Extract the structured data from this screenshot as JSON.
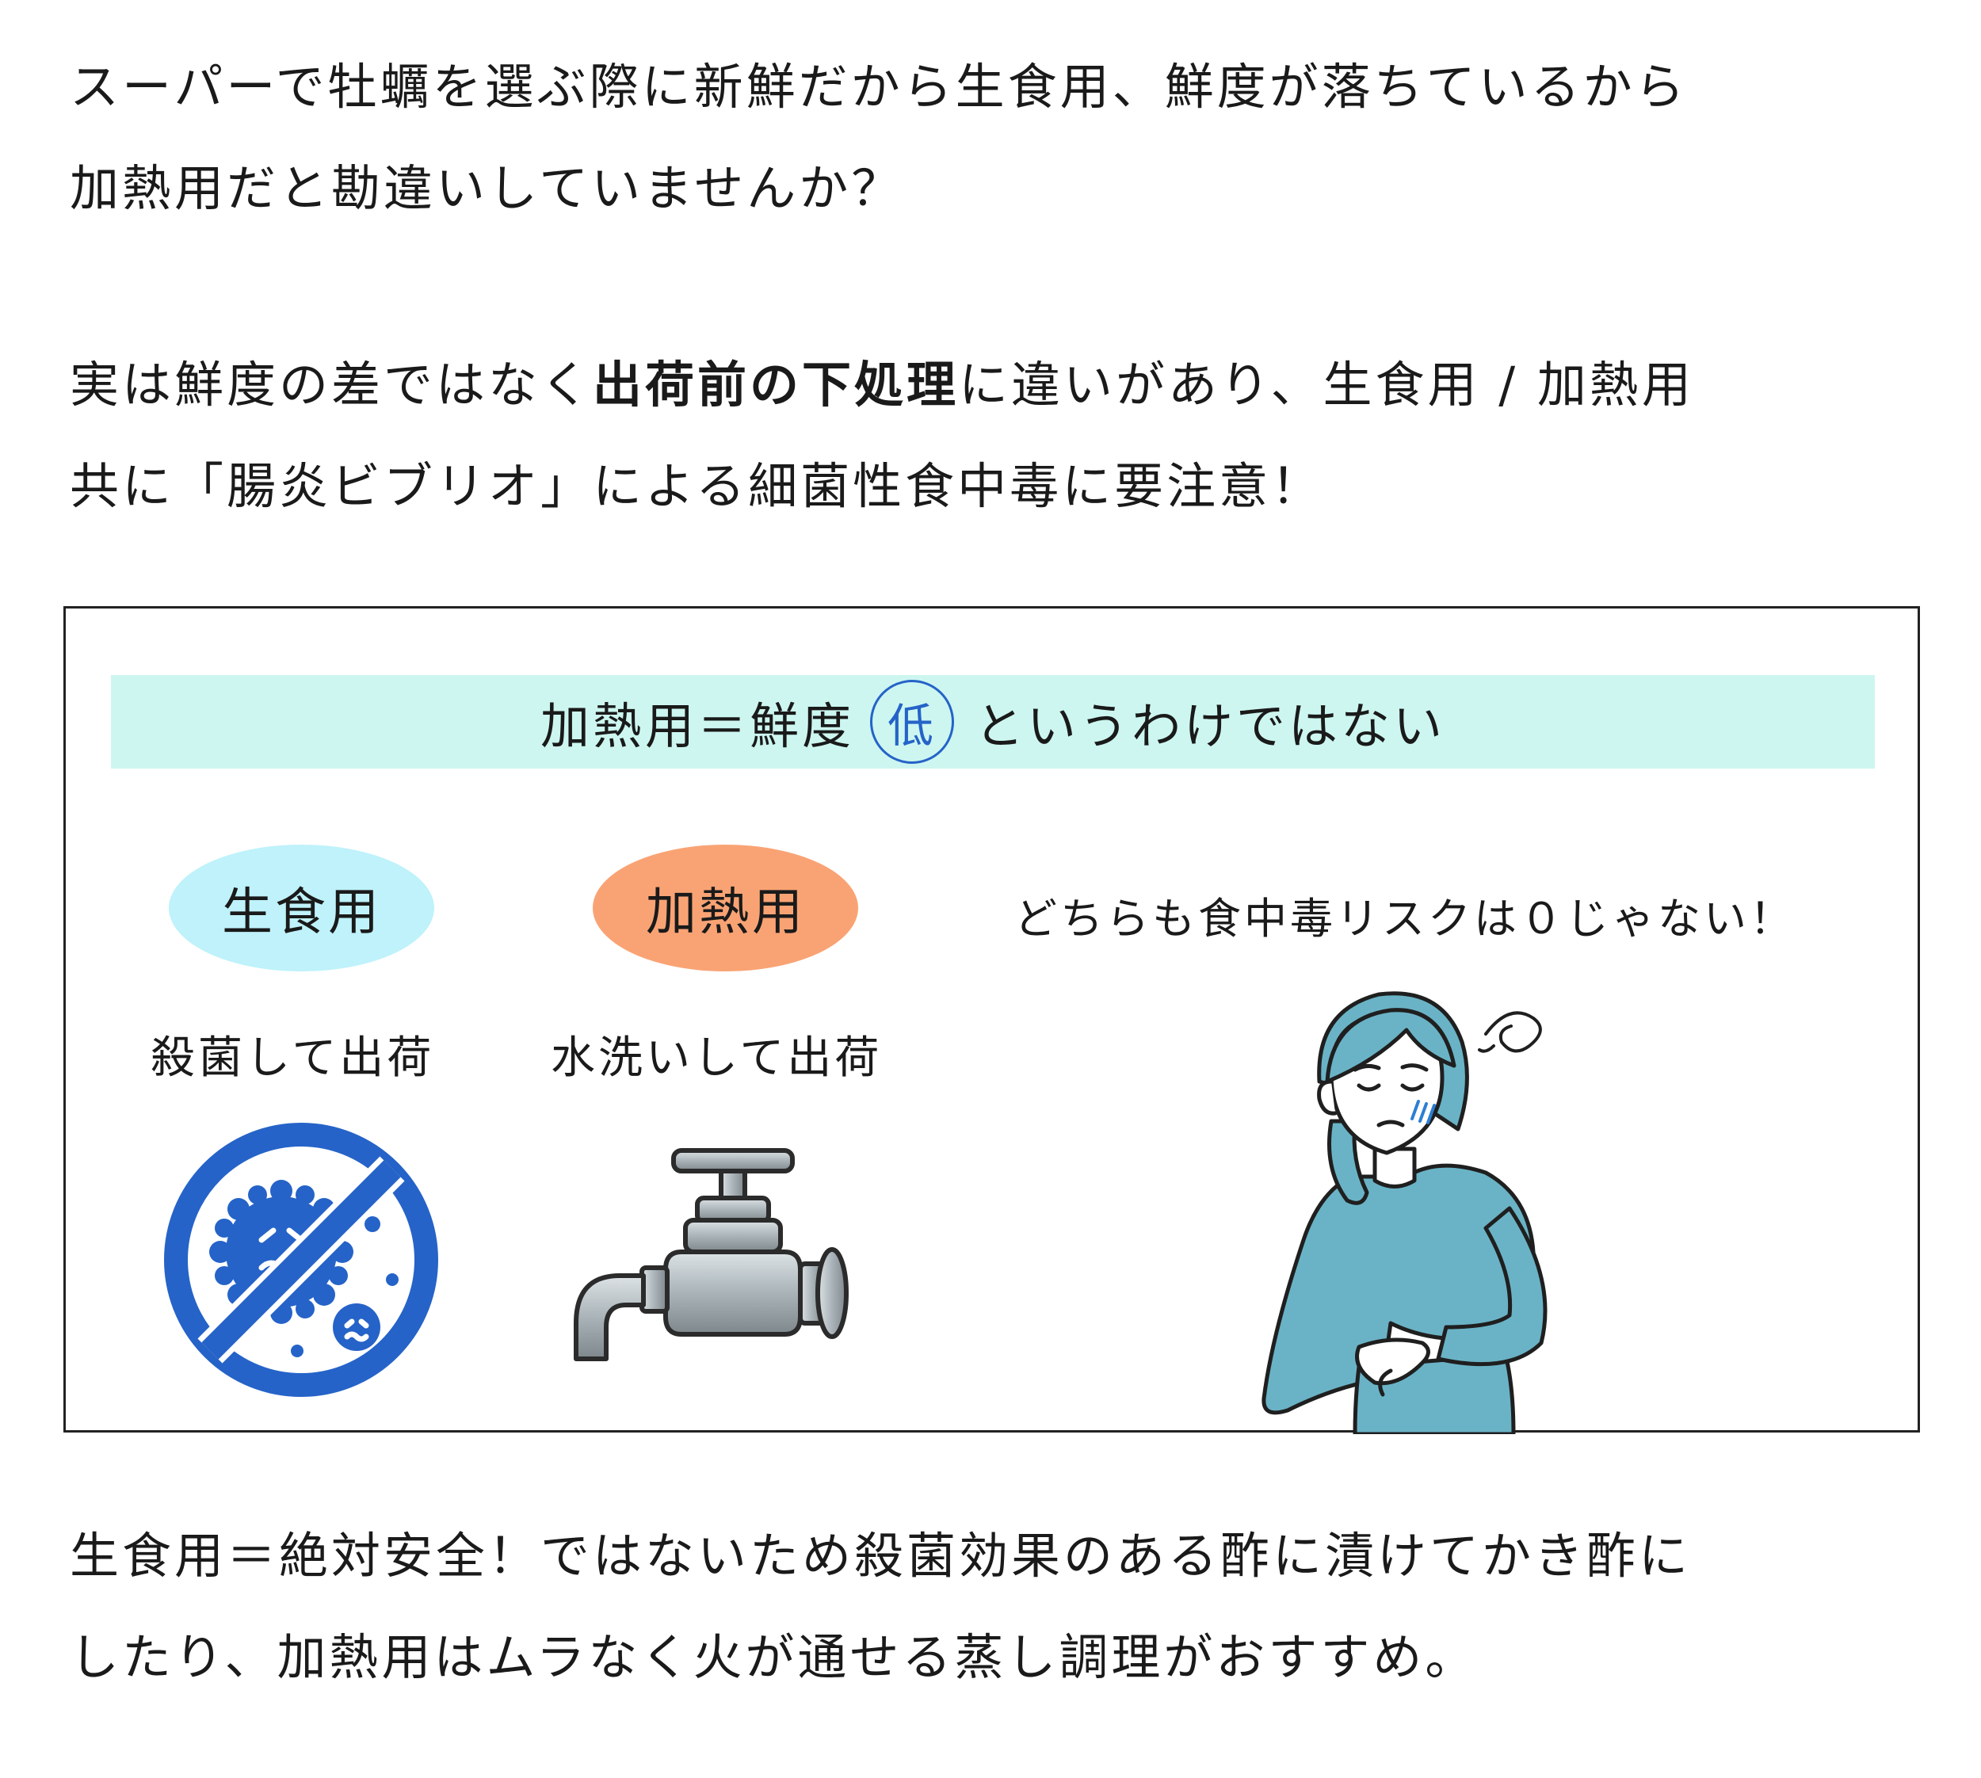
{
  "intro": {
    "line1": "スーパーで牡蠣を選ぶ際に新鮮だから生食用、鮮度が落ちているから",
    "line2": "加熱用だと勘違いしていませんか？"
  },
  "point": {
    "line1_a": "実は鮮度の差ではなく",
    "line1_bold": "出荷前の下処理",
    "line1_b": "に違いがあり、生食用 / 加熱用",
    "line2": "共に「腸炎ビブリオ」による細菌性食中毒に要注意！"
  },
  "box": {
    "banner_a": "加熱用＝鮮度",
    "banner_low": "低",
    "banner_b": "というわけではない",
    "raw_label": "生食用",
    "raw_caption": "殺菌して出荷",
    "cook_label": "加熱用",
    "cook_caption": "水洗いして出荷",
    "risk_caption": "どちらも食中毒リスクは０じゃない！",
    "icons": [
      "no-bacteria-icon",
      "faucet-icon",
      "stomachache-woman-illustration"
    ],
    "colors": {
      "banner": "#cdf6f0",
      "raw_pill": "#bff2fb",
      "cook_pill": "#f9a374",
      "accent_blue": "#2563c8",
      "shirt": "#6ab3c6"
    }
  },
  "closing": {
    "line1": "生食用＝絶対安全！ではないため殺菌効果のある酢に漬けてかき酢に",
    "line2": "したり、加熱用はムラなく火が通せる蒸し調理がおすすめ。"
  }
}
